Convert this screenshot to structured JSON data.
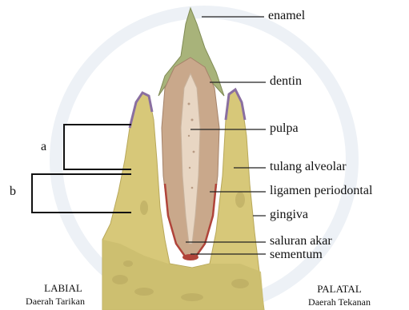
{
  "diagram": {
    "labels": {
      "enamel": "enamel",
      "dentin": "dentin",
      "pulpa": "pulpa",
      "tulang_alveolar": "tulang alveolar",
      "ligamen_periodontal": "ligamen periodontal",
      "gingiva": "gingiva",
      "saluran_akar": "saluran akar",
      "sementum": "sementum"
    },
    "brackets": {
      "a": "a",
      "b": "b"
    },
    "left_side": {
      "title": "LABIAL",
      "subtitle": "Daerah Tarikan"
    },
    "right_side": {
      "title": "PALATAL",
      "subtitle": "Daerah Tekanan"
    },
    "colors": {
      "bone": "#d7c879",
      "bone_dark": "#b8a85a",
      "enamel": "#a8b37a",
      "dentin": "#c9a88b",
      "pulpa": "#e8d6c3",
      "root_edge": "#b0443a",
      "gingiva_edge": "#8a6fa0",
      "watermark": "#cfd8e3"
    }
  }
}
